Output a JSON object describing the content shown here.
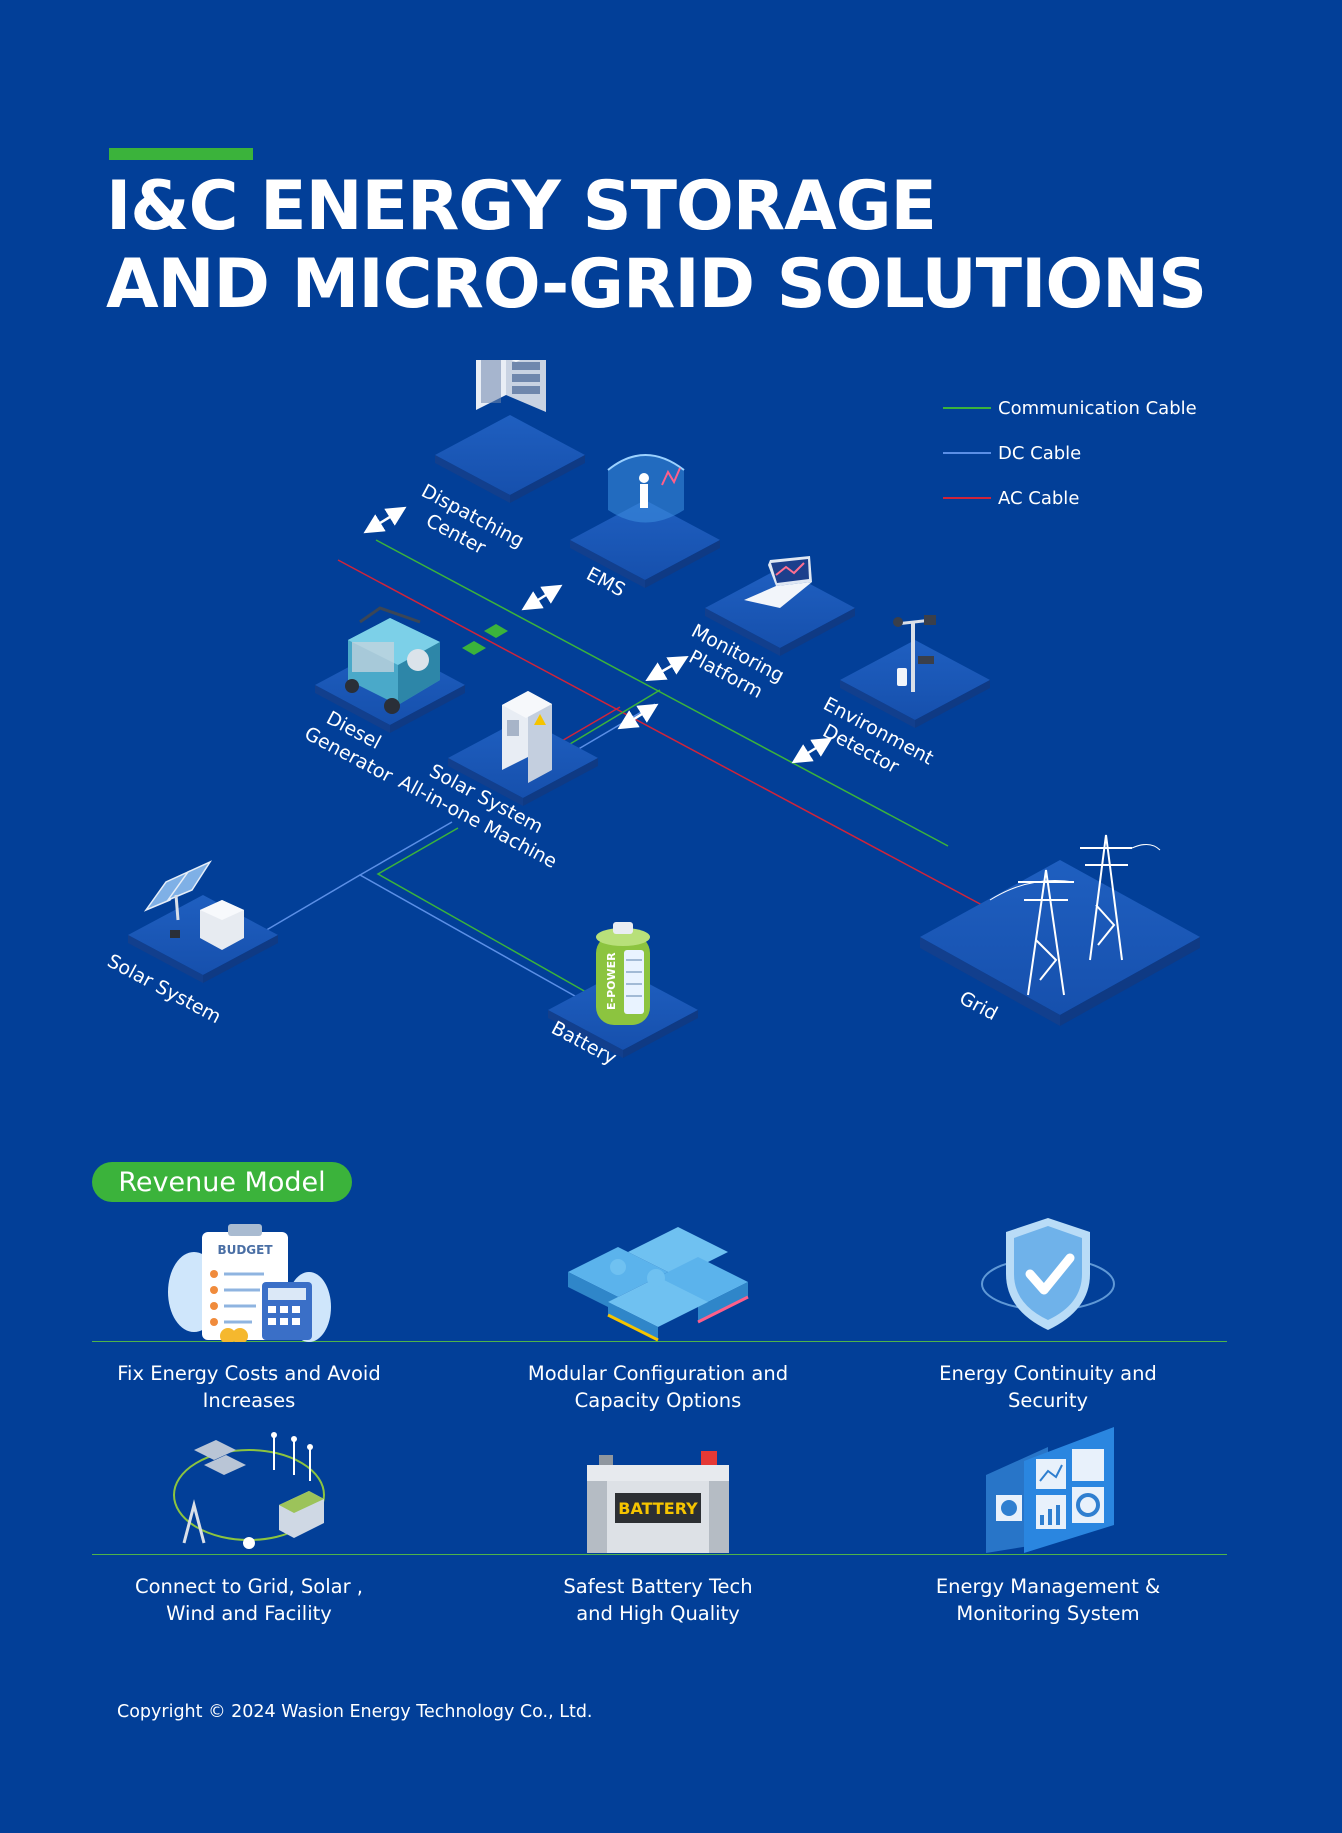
{
  "page": {
    "title_line1": "I&C ENERGY STORAGE",
    "title_line2": "AND MICRO-GRID SOLUTIONS",
    "accent_color": "#3bb33b",
    "background_color": "#023f98"
  },
  "legend": [
    {
      "label": "Communication Cable",
      "color": "#3bb33b"
    },
    {
      "label": "DC Cable",
      "color": "#5b8fe6"
    },
    {
      "label": "AC Cable",
      "color": "#d0243a"
    }
  ],
  "nodes": {
    "dispatching_center": {
      "line1": "Dispatching",
      "line2": "Center",
      "icon": "office-building-icon"
    },
    "ems": {
      "line1": "EMS",
      "icon": "ems-hologram-icon"
    },
    "monitoring_platform": {
      "line1": "Monitoring",
      "line2": "Platform",
      "icon": "laptop-icon"
    },
    "environment_detector": {
      "line1": "Environment",
      "line2": "Detector",
      "icon": "weather-station-icon"
    },
    "diesel_generator": {
      "line1": "Diesel",
      "line2": "Generator",
      "icon": "generator-icon"
    },
    "all_in_one": {
      "line1": "Solar System",
      "line2": "All-in-one Machine",
      "icon": "cabinet-icon"
    },
    "solar_system": {
      "line1": "Solar System",
      "icon": "solar-panel-icon"
    },
    "battery": {
      "line1": "Battery",
      "icon": "battery-icon",
      "brand": "E-POWER"
    },
    "grid": {
      "line1": "Grid",
      "icon": "transmission-tower-icon"
    }
  },
  "revenue": {
    "heading": "Revenue Model",
    "items": [
      {
        "label": "Fix Energy Costs and Avoid\nIncreases",
        "icon": "budget-calculator-icon",
        "badge": "BUDGET"
      },
      {
        "label": "Modular Configuration and\nCapacity Options",
        "icon": "puzzle-icon"
      },
      {
        "label": "Energy Continuity and\nSecurity",
        "icon": "shield-check-icon"
      },
      {
        "label": "Connect to Grid, Solar ,\nWind and Facility",
        "icon": "energy-network-icon"
      },
      {
        "label": "Safest Battery Tech\nand High Quality",
        "icon": "car-battery-icon",
        "badge": "BATTERY"
      },
      {
        "label": "Energy Management &\nMonitoring System",
        "icon": "dashboard-icon"
      }
    ]
  },
  "footer": {
    "copyright": "Copyright © 2024 Wasion Energy Technology Co., Ltd."
  }
}
